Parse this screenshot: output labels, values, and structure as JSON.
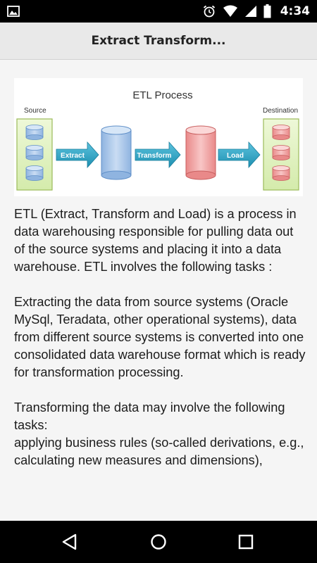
{
  "status_bar": {
    "time": "4:34",
    "icons": [
      "image-icon",
      "alarm-icon",
      "wifi-icon",
      "signal-icon",
      "battery-icon"
    ]
  },
  "app_bar": {
    "title": "Extract Transform..."
  },
  "diagram": {
    "title": "ETL Process",
    "source_label": "Source",
    "destination_label": "Destination",
    "extract_label": "Extract",
    "transform_label": "Transform",
    "load_label": "Load",
    "colors": {
      "panel_fill": "#ddf0b8",
      "panel_stroke": "#9bbb59",
      "source_db": "#9dc3e6",
      "dest_db": "#f4a6a6",
      "arrow": "#2fa8c8"
    }
  },
  "article": {
    "paragraphs": [
      "ETL (Extract, Transform and Load) is a process in data warehousing responsible for pulling data out of the source systems and placing it into a data warehouse. ETL involves the following tasks :",
      "Extracting the data from source systems (Oracle MySql, Teradata, other operational systems), data from different source systems is converted into one consolidated data warehouse format which is ready for transformation processing.",
      "Transforming the data may involve the following tasks:"
    ],
    "continuation": "applying business rules (so-called derivations, e.g., calculating new measures and dimensions),"
  },
  "nav_bar": {
    "icons": [
      "back-icon",
      "home-icon",
      "recents-icon"
    ]
  }
}
